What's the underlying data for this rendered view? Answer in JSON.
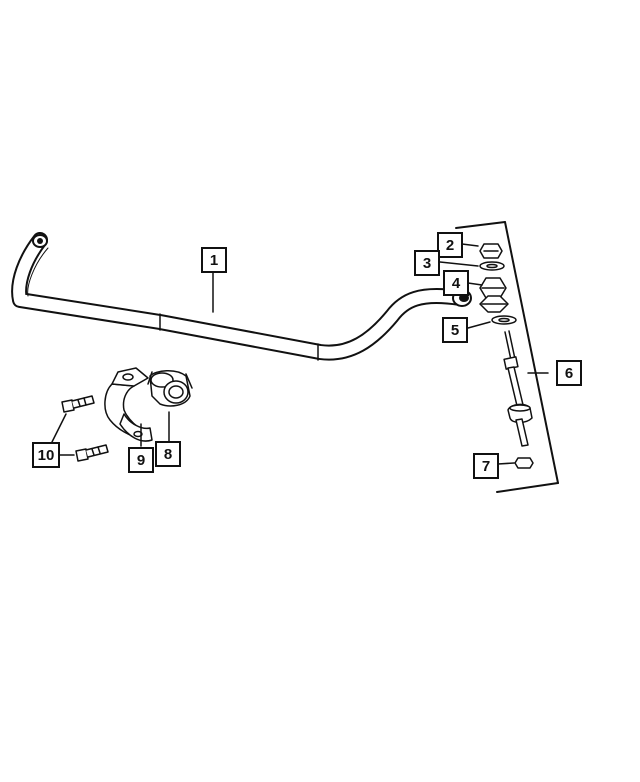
{
  "diagram": {
    "callouts": [
      {
        "id": "callout-1",
        "label": "1"
      },
      {
        "id": "callout-2",
        "label": "2"
      },
      {
        "id": "callout-3",
        "label": "3"
      },
      {
        "id": "callout-4",
        "label": "4"
      },
      {
        "id": "callout-5",
        "label": "5"
      },
      {
        "id": "callout-6",
        "label": "6"
      },
      {
        "id": "callout-7",
        "label": "7"
      },
      {
        "id": "callout-8",
        "label": "8"
      },
      {
        "id": "callout-9",
        "label": "9"
      },
      {
        "id": "callout-10",
        "label": "10"
      }
    ]
  }
}
